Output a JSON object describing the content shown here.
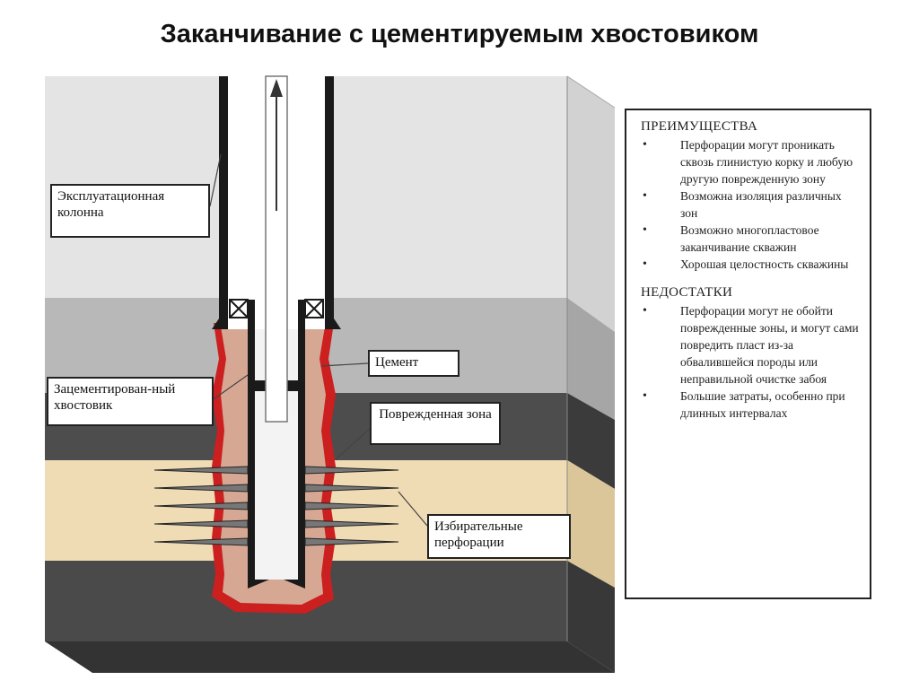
{
  "title": "Заканчивание с цементируемым хвостовиком",
  "labels": {
    "production_casing": "Эксплуатационная колонна",
    "cement": "Цемент",
    "cemented_liner": "Зацементирован-ный хвостовик",
    "damaged_zone": "Поврежденная зона",
    "selective_perforations": "Избирательные перфорации"
  },
  "advantages": {
    "heading": "ПРЕИМУЩЕСТВА",
    "items": [
      "Перфорации могут проникать сквозь глинистую корку и любую другую поврежденную зону",
      "Возможна изоляция различных зон",
      "Возможно многопластовое заканчивание скважин",
      "Хорошая целостность скважины"
    ]
  },
  "disadvantages": {
    "heading": "НЕДОСТАТКИ",
    "items": [
      "Перфорации могут не обойти поврежденные зоны, и могут сами повредить пласт из-за обвалившейся породы или неправильной очистке забоя",
      "Большие затраты, особенно при длинных интервалах"
    ]
  },
  "colors": {
    "layer_top": "#e4e4e4",
    "layer_grey": "#b8b8b8",
    "layer_dark": "#4d4d4d",
    "layer_sand": "#efdcb4",
    "layer_bottom": "#4a4a4a",
    "cement": "#d6a894",
    "damaged_zone": "#cc1f1f",
    "casing": "#1a1a1a"
  },
  "icons": {
    "flow_arrow": "up-arrow-icon",
    "packer": "x-box-icon"
  }
}
